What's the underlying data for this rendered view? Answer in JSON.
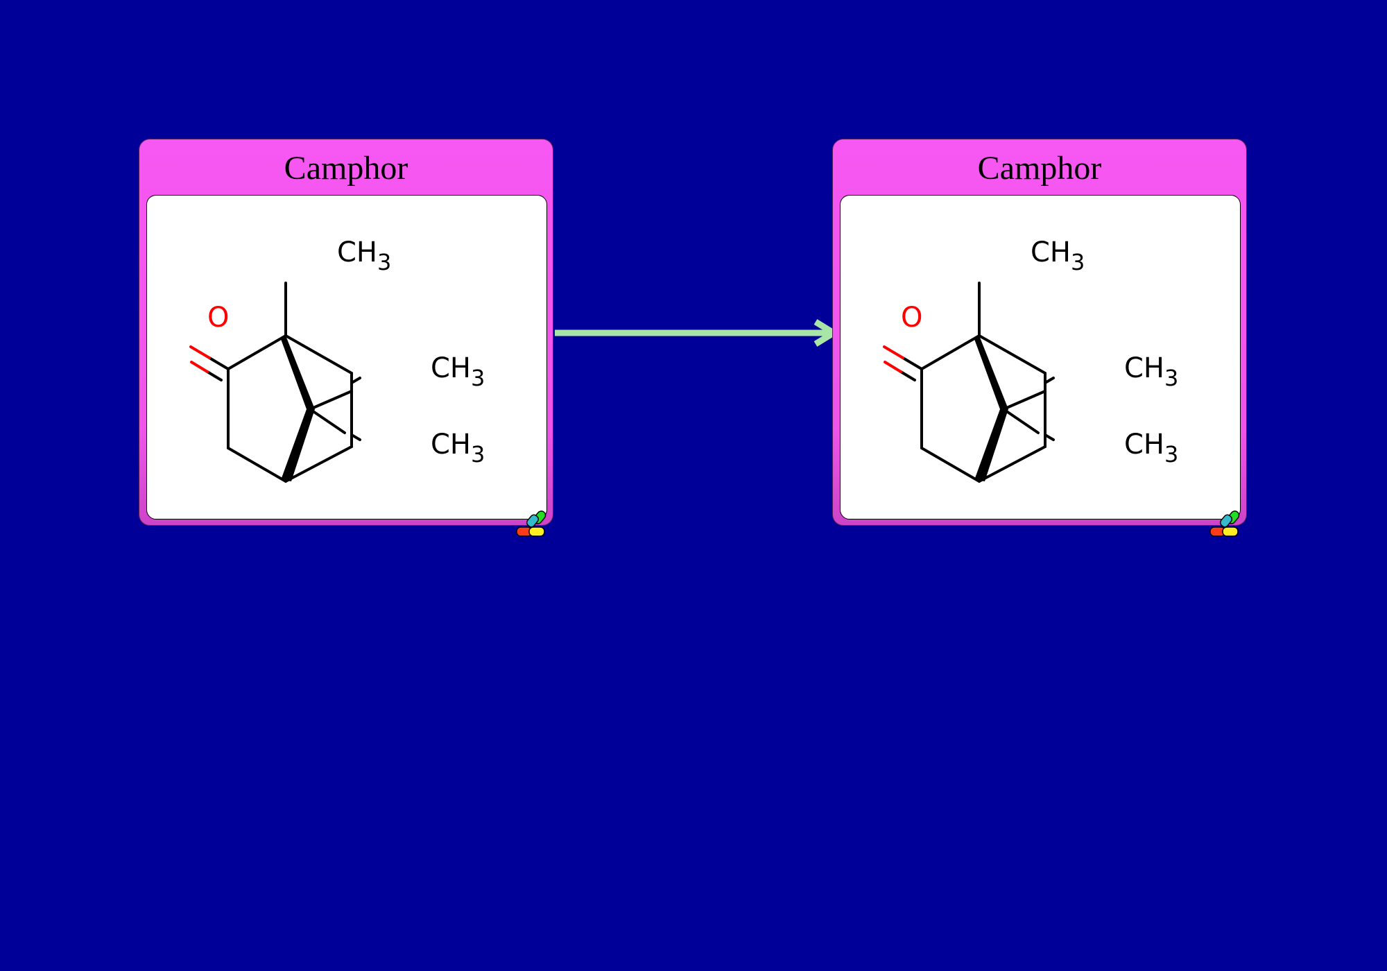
{
  "reaction": {
    "reactant": {
      "title": "Camphor",
      "atoms": {
        "oxygen": "O",
        "methyl_top": "CH",
        "methyl_upper_right": "CH",
        "methyl_lower_right": "CH",
        "subscript": "3"
      }
    },
    "product": {
      "title": "Camphor",
      "atoms": {
        "oxygen": "O",
        "methyl_top": "CH",
        "methyl_upper_right": "CH",
        "methyl_lower_right": "CH",
        "subscript": "3"
      }
    }
  },
  "colors": {
    "background": "#000099",
    "card": "#f757f2",
    "arrow": "#a8e6a8",
    "bond": "#000000",
    "oxygen": "#ff0000"
  },
  "icons": {
    "badge": "pill-capsule-icon",
    "arrow": "reaction-arrow-icon"
  }
}
